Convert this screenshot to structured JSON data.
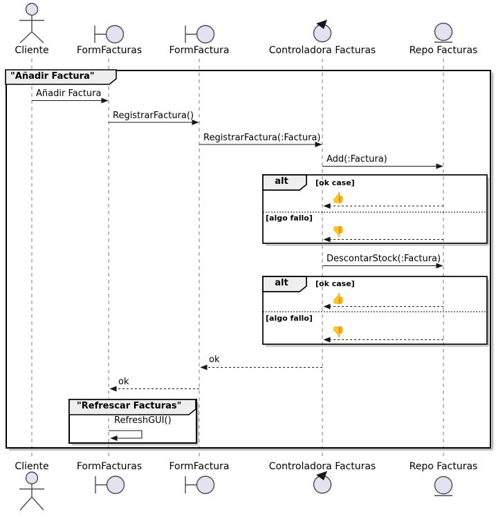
{
  "diagram": {
    "kind": "uml-sequence-diagram",
    "frame_title": "\"Añadir Factura\"",
    "nested_frame_title": "\"Refrescar Facturas\"",
    "participants": [
      {
        "name": "Cliente",
        "icon": "actor-icon"
      },
      {
        "name": "FormFacturas",
        "icon": "boundary-icon"
      },
      {
        "name": "FormFactura",
        "icon": "boundary-icon"
      },
      {
        "name": "Controladora Facturas",
        "icon": "control-icon"
      },
      {
        "name": "Repo Facturas",
        "icon": "entity-icon"
      }
    ],
    "messages": {
      "m1": "Añadir Factura",
      "m2": "RegistrarFactura()",
      "m3": "RegistrarFactura(:Factura)",
      "m4": "Add(:Factura)",
      "m5": "DescontarStock(:Factura)",
      "ok1": "ok",
      "ok2": "ok",
      "refresh": "RefreshGUI()"
    },
    "fragments": {
      "alt1": {
        "operator": "alt",
        "guard_ok": "[ok case]",
        "guard_fail": "[algo fallo]",
        "reply_ok": "👍",
        "reply_fail": "👎"
      },
      "alt2": {
        "operator": "alt",
        "guard_ok": "[ok case]",
        "guard_fail": "[algo fallo]",
        "reply_ok": "👍",
        "reply_fail": "👎"
      }
    },
    "colors": {
      "participant_fill": "#E2E2F0",
      "frame_label_fill": "#EEEEEE",
      "line": "#181818",
      "lifeline": "#7A7A7A",
      "shadow": "#B8B8B8"
    }
  }
}
